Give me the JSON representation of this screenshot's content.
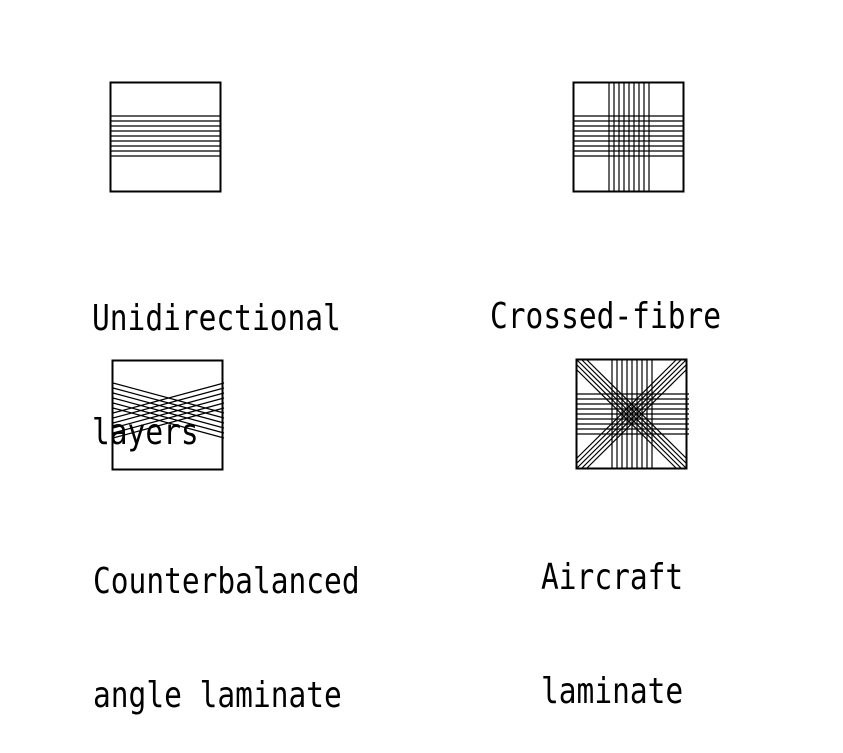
{
  "panels": {
    "unidirectional": {
      "label_line1": "Unidirectional",
      "label_line2": "layers"
    },
    "crossed": {
      "label_line1": "Crossed-fibre"
    },
    "counterbalanced": {
      "label_line1": "Counterbalanced",
      "label_line2": "angle laminate"
    },
    "aircraft": {
      "label_line1": "Aircraft",
      "label_line2": "laminate"
    }
  },
  "colors": {
    "stroke": "#000000",
    "background": "#ffffff"
  }
}
